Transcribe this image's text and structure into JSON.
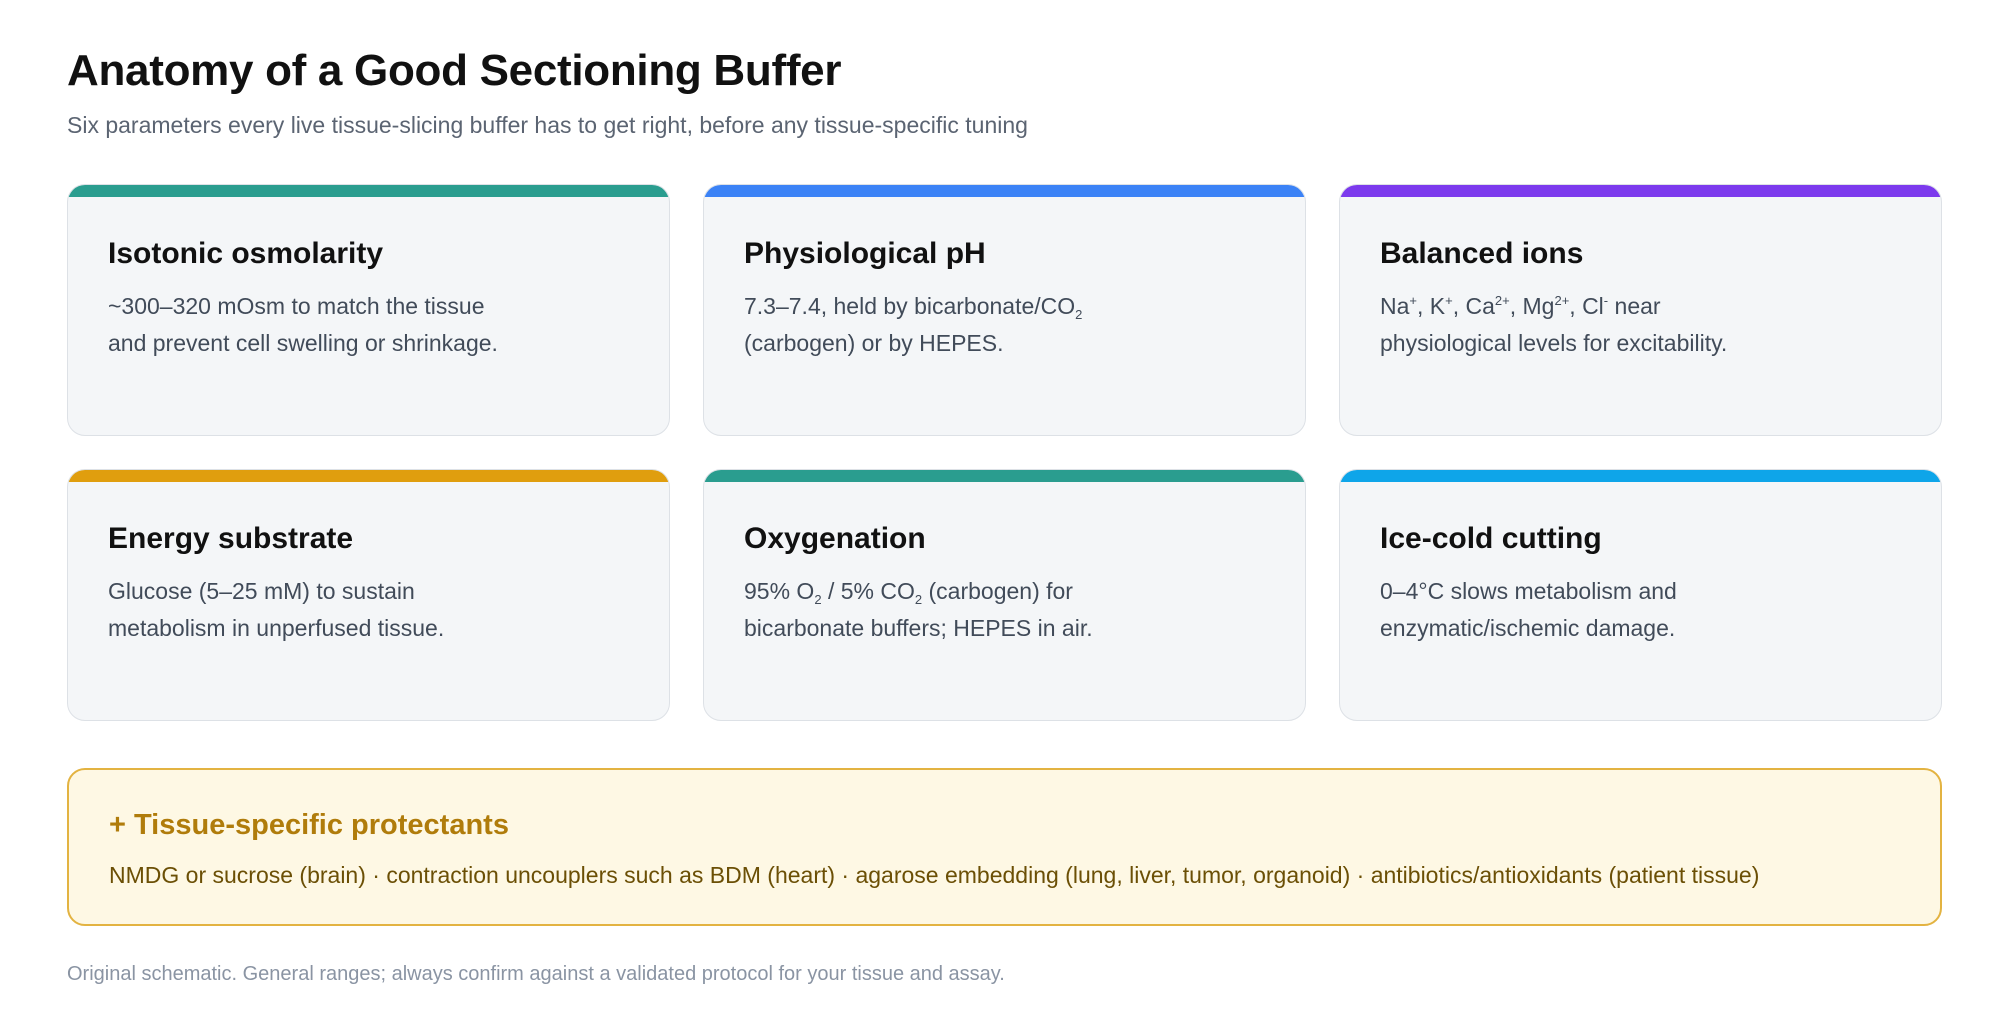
{
  "header": {
    "title": "Anatomy of a Good Sectioning Buffer",
    "subtitle": "Six parameters every live tissue-slicing buffer has to get right, before any tissue-specific tuning"
  },
  "cards": [
    {
      "title": "Isotonic osmolarity",
      "accent": "#2a9d8f",
      "line1": "~300–320 mOsm to match the tissue",
      "line2": "and prevent cell swelling or shrinkage."
    },
    {
      "title": "Physiological pH",
      "accent": "#3b82f6",
      "line1_a": "7.3–7.4, held by bicarbonate/CO",
      "line1_sub": "2",
      "line2": "(carbogen) or by HEPES."
    },
    {
      "title": "Balanced ions",
      "accent": "#7c3aed",
      "line1_na": "Na",
      "sup_na": "+",
      "sep1": ", K",
      "sup_k": "+",
      "sep2": ", Ca",
      "sup_ca": "2+",
      "sep3": ", Mg",
      "sup_mg": "2+",
      "sep4": ", Cl",
      "sup_cl": "-",
      "tail": " near",
      "line2": "physiological levels for excitability."
    },
    {
      "title": "Energy substrate",
      "accent": "#e09e0e",
      "line1": "Glucose (5–25 mM) to sustain",
      "line2": "metabolism in unperfused tissue."
    },
    {
      "title": "Oxygenation",
      "accent": "#2a9d8f",
      "l1_a": "95% O",
      "l1_sub1": "2",
      "l1_b": " / 5% CO",
      "l1_sub2": "2",
      "l1_c": " (carbogen) for",
      "line2": "bicarbonate buffers; HEPES in air."
    },
    {
      "title": "Ice-cold cutting",
      "accent": "#0ea5e9",
      "line1": "0–4°C slows metabolism and",
      "line2": "enzymatic/ischemic damage."
    }
  ],
  "protectants": {
    "title": "+ Tissue-specific protectants",
    "text": "NMDG or sucrose (brain) · contraction uncouplers such as BDM (heart) · agarose embedding (lung, liver, tumor, organoid) · antibiotics/antioxidants (patient tissue)",
    "border_color": "#e3b341",
    "background": "#fef8e4"
  },
  "footnote": "Original schematic. General ranges; always confirm against a validated protocol for your tissue and assay."
}
